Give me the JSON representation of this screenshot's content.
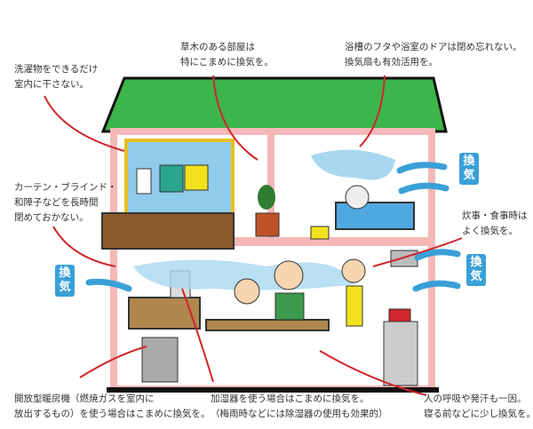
{
  "notes": {
    "laundry": [
      "洗濯物をできるだけ",
      "室内に干さない。"
    ],
    "plants": [
      "草木のある部屋は",
      "特にこまめに換気を。"
    ],
    "bath": [
      "浴槽のフタや浴室のドアは閉め忘れない。",
      "換気扇も有効活用を。"
    ],
    "curtains": [
      "カーテン・ブラインド・",
      "和障子などを長時間",
      "閉めておかない。"
    ],
    "cooking": [
      "炊事・食事時は",
      "よく換気を。"
    ],
    "heater": [
      "開放型暖房機（燃焼ガスを室内に",
      "放出するもの）を使う場合はこまめに換気を。"
    ],
    "humidifier": [
      "加湿器を使う場合はこまめに換気を。",
      "（梅雨時などには除湿器の使用も効果的）"
    ],
    "breathing": [
      "人の呼吸や発汗も一因。",
      "寝る前などに少し換気を。"
    ]
  },
  "ventilation_label": "換気",
  "colors": {
    "roof": "#3cb54a",
    "wall": "#f4b8b8",
    "vent": "#3aa0d8",
    "leader": "#d0252a",
    "steam": "#a8d8f0",
    "floor": "#8b5a2b"
  }
}
